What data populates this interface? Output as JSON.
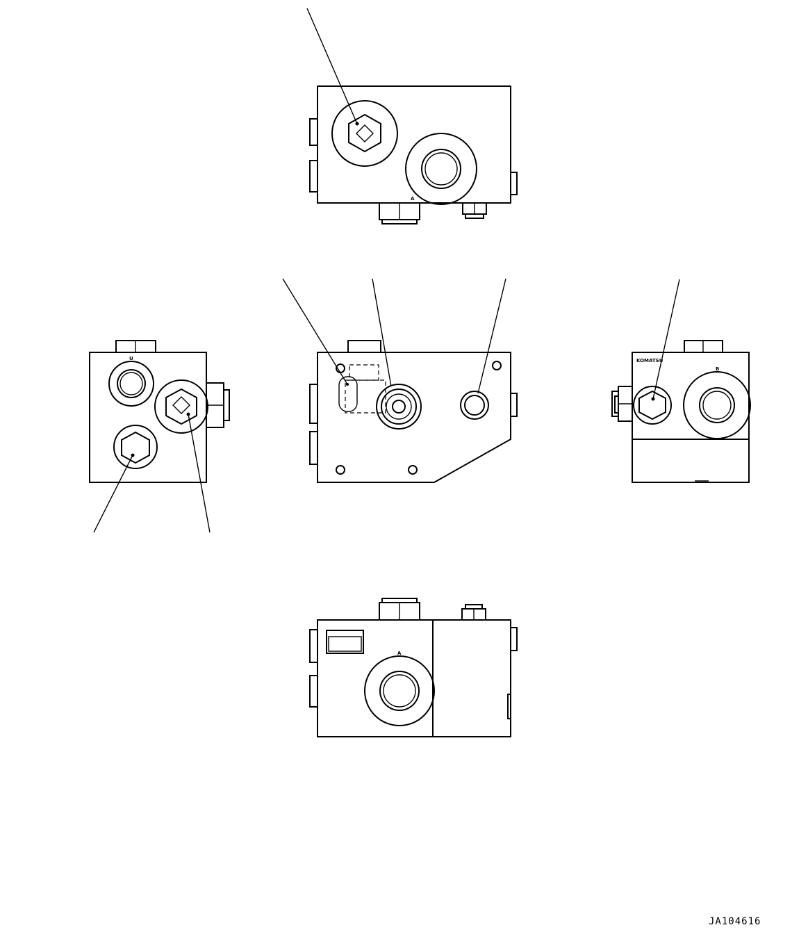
{
  "drawing_number": "JA104616",
  "port_labels": {
    "top_view_port": "A",
    "left_view_port": "U",
    "right_view_badge": "KOMATSU",
    "right_view_port": "B",
    "bottom_view_port": "A"
  }
}
